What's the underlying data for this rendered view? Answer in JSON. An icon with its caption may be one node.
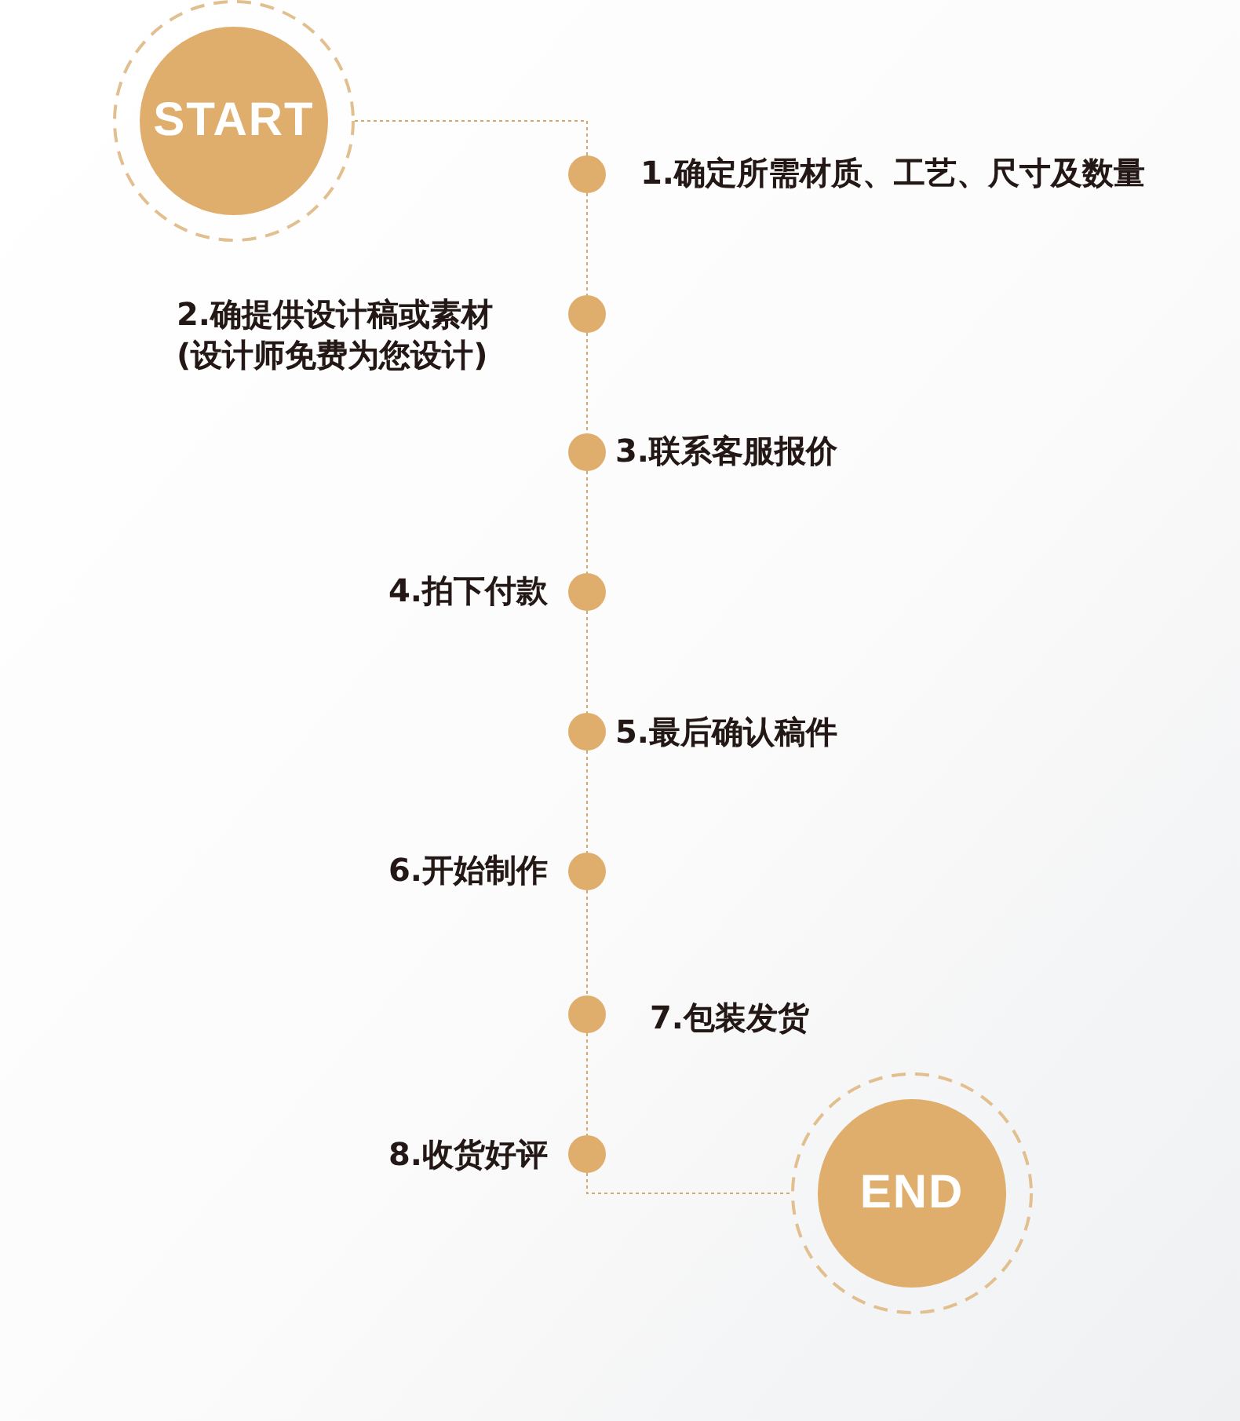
{
  "diagram": {
    "nodes": [
      {
        "text": [
          "START"
        ]
      },
      {
        "text": [],
        "shape": "circle",
        "beside": [
          "1.确定所需材质、工艺、尺寸及数量"
        ]
      },
      {
        "text": [],
        "shape": "circle",
        "beside": [
          "2.确提供设计稿或素材",
          "(设计师免费为您设计)"
        ]
      },
      {
        "text": [],
        "shape": "circle",
        "beside": [
          "3.联系客服报价"
        ]
      },
      {
        "text": [],
        "shape": "circle",
        "beside": [
          "4.拍下付款"
        ]
      },
      {
        "text": [],
        "shape": "circle",
        "beside": [
          "5.最后确认稿件"
        ]
      },
      {
        "text": [],
        "shape": "circle",
        "beside": [
          "6.开始制作"
        ]
      },
      {
        "text": [],
        "shape": "circle",
        "beside": [
          "7.包装发货"
        ]
      },
      {
        "text": [],
        "shape": "circle",
        "beside": [
          "8.收货好评"
        ]
      },
      {
        "text": [
          "END"
        ]
      }
    ],
    "edges": [
      {
        "from": 0,
        "to": 1,
        "arrow": "none",
        "style": "dashed"
      },
      {
        "from": 1,
        "to": 2,
        "arrow": "none",
        "style": "dashed"
      },
      {
        "from": 2,
        "to": 3,
        "arrow": "none",
        "style": "dashed"
      },
      {
        "from": 3,
        "to": 4,
        "arrow": "none",
        "style": "dashed"
      },
      {
        "from": 4,
        "to": 5,
        "arrow": "none",
        "style": "dashed"
      },
      {
        "from": 5,
        "to": 6,
        "arrow": "none",
        "style": "dashed"
      },
      {
        "from": 6,
        "to": 7,
        "arrow": "none",
        "style": "dashed"
      },
      {
        "from": 7,
        "to": 8,
        "arrow": "none",
        "style": "dashed"
      },
      {
        "from": 8,
        "to": 9,
        "arrow": "none",
        "style": "dashed"
      }
    ]
  }
}
